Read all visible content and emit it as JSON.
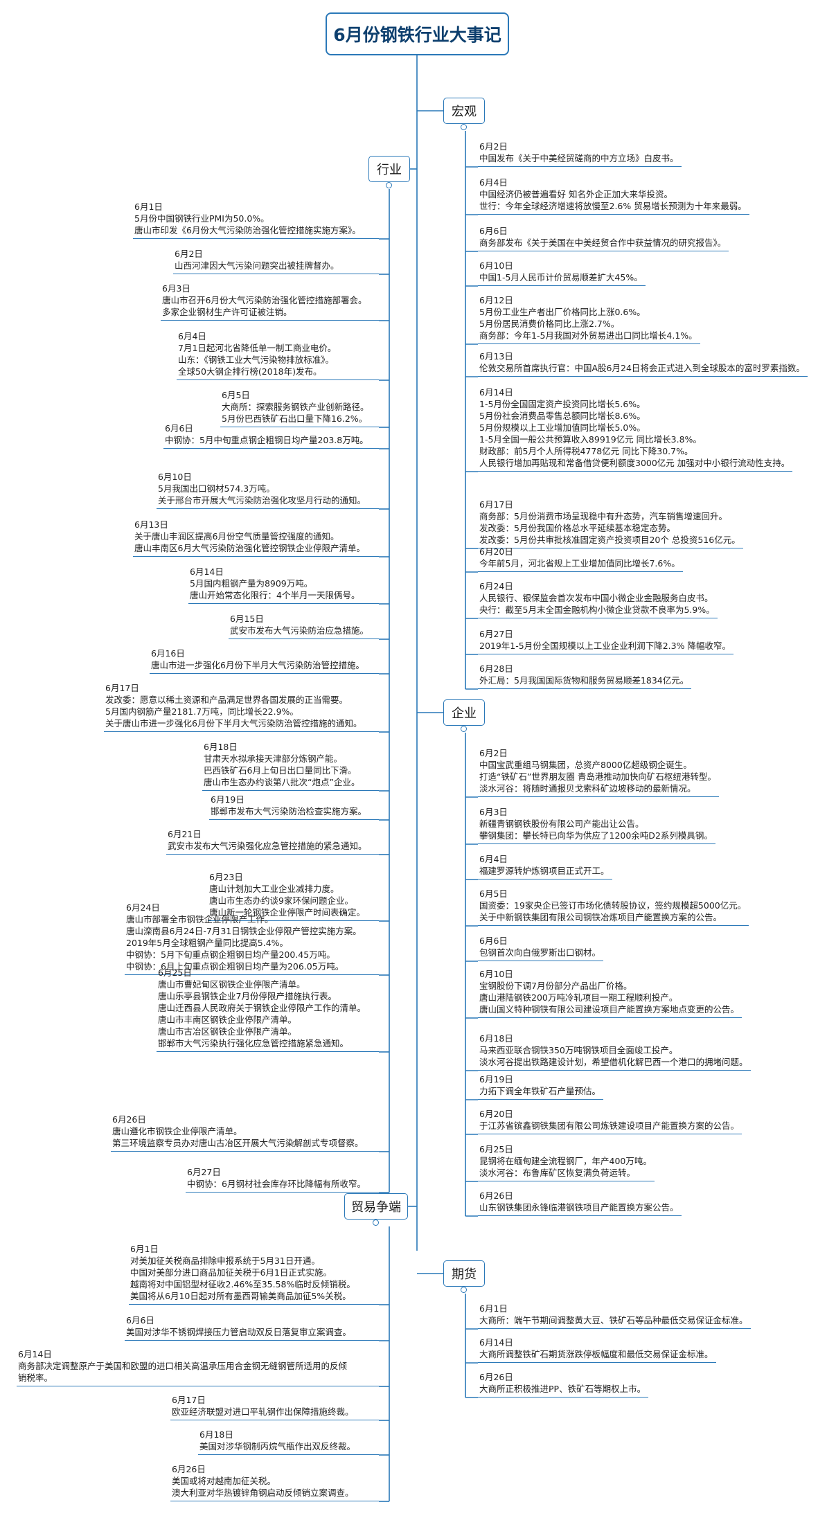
{
  "title": "6月份钢铁行业大事记",
  "colors": {
    "accent": "#2a78b8",
    "title_text": "#0d3f6e"
  },
  "categories": {
    "macro": {
      "label": "宏观",
      "items": [
        {
          "date": "6月2日",
          "lines": [
            "中国发布《关于中美经贸磋商的中方立场》白皮书。"
          ]
        },
        {
          "date": "6月4日",
          "lines": [
            "中国经济仍被普遍看好 知名外企正加大来华投资。",
            "世行：今年全球经济增速将放慢至2.6% 贸易增长预测为十年来最弱。"
          ]
        },
        {
          "date": "6月6日",
          "lines": [
            "商务部发布《关于美国在中美经贸合作中获益情况的研究报告》。"
          ]
        },
        {
          "date": "6月10日",
          "lines": [
            "中国1-5月人民币计价贸易顺差扩大45%。"
          ]
        },
        {
          "date": "6月12日",
          "lines": [
            "5月份工业生产者出厂价格同比上涨0.6%。",
            "5月份居民消费价格同比上涨2.7%。",
            "商务部：今年1-5月我国对外贸易进出口同比增长4.1%。"
          ]
        },
        {
          "date": "6月13日",
          "lines": [
            "伦敦交易所首席执行官：中国A股6月24日将会正式进入到全球股本的富时罗素指数。"
          ]
        },
        {
          "date": "6月14日",
          "lines": [
            "1-5月份全国固定资产投资同比增长5.6%。",
            "5月份社会消费品零售总额同比增长8.6%。",
            "5月份规模以上工业增加值同比增长5.0%。",
            "1-5月全国一般公共预算收入89919亿元 同比增长3.8%。",
            "财政部：前5月个人所得税4778亿元 同比下降30.7%。",
            "人民银行增加再贴现和常备借贷便利额度3000亿元 加强对中小银行流动性支持。"
          ]
        },
        {
          "date": "6月17日",
          "lines": [
            "商务部：5月份消费市场呈现稳中有升态势，汽车销售增速回升。",
            "发改委：5月份我国价格总水平延续基本稳定态势。",
            "发改委：5月份共审批核准固定资产投资项目20个 总投资516亿元。"
          ]
        },
        {
          "date": "6月20日",
          "lines": [
            "今年前5月，河北省规上工业增加值同比增长7.6%。"
          ]
        },
        {
          "date": "6月24日",
          "lines": [
            "人民银行、银保监会首次发布中国小微企业金融服务白皮书。",
            "央行：截至5月末全国金融机构小微企业贷款不良率为5.9%。"
          ]
        },
        {
          "date": "6月27日",
          "lines": [
            "2019年1-5月份全国规模以上工业企业利润下降2.3% 降幅收窄。"
          ]
        },
        {
          "date": "6月28日",
          "lines": [
            "外汇局：5月我国国际货物和服务贸易顺差1834亿元。"
          ]
        }
      ]
    },
    "enterprise": {
      "label": "企业",
      "items": [
        {
          "date": "6月2日",
          "lines": [
            "中国宝武重组马钢集团，总资产8000亿超级钢企诞生。",
            "打造“铁矿石”世界朋友圈 青岛港推动加快向矿石枢纽港转型。",
            "淡水河谷：将随时通报贝戈索科矿边坡移动的最新情况。"
          ]
        },
        {
          "date": "6月3日",
          "lines": [
            "新疆青钢钢铁股份有限公司产能出让公告。",
            "攀钢集团：攀长特已向华为供应了1200余吨D2系列模具钢。"
          ]
        },
        {
          "date": "6月4日",
          "lines": [
            "福建罗源转炉炼钢项目正式开工。"
          ]
        },
        {
          "date": "6月5日",
          "lines": [
            "国资委：19家央企已签订市场化债转股协议，签约规模超5000亿元。",
            "关于中新钢铁集团有限公司钢铁冶炼项目产能置换方案的公告。"
          ]
        },
        {
          "date": "6月6日",
          "lines": [
            "包钢首次向白俄罗斯出口钢材。"
          ]
        },
        {
          "date": "6月10日",
          "lines": [
            "宝钢股份下调7月份部分产品出厂价格。",
            "唐山港陆钢铁200万吨冷轧项目一期工程顺利投产。",
            "唐山国义特种钢铁有限公司建设项目产能置换方案地点变更的公告。"
          ]
        },
        {
          "date": "6月18日",
          "lines": [
            "马来西亚联合钢铁350万吨钢铁项目全面竣工投产。",
            "淡水河谷提出铁路建设计划，希望借机化解巴西一个港口的拥堵问题。"
          ]
        },
        {
          "date": "6月19日",
          "lines": [
            "力拓下调全年铁矿石产量预估。"
          ]
        },
        {
          "date": "6月20日",
          "lines": [
            "于江苏省镔鑫钢铁集团有限公司炼铁建设项目产能置换方案的公告。"
          ]
        },
        {
          "date": "6月25日",
          "lines": [
            "昆钢将在缅甸建全流程钢厂，年产400万吨。",
            "淡水河谷：布鲁库矿区恢复满负荷运转。"
          ]
        },
        {
          "date": "6月26日",
          "lines": [
            "山东钢铁集团永锋临港钢铁项目产能置换方案公告。"
          ]
        }
      ]
    },
    "futures": {
      "label": "期货",
      "items": [
        {
          "date": "6月1日",
          "lines": [
            "大商所：端午节期间调整黄大豆、铁矿石等品种最低交易保证金标准。"
          ]
        },
        {
          "date": "6月14日",
          "lines": [
            "大商所调整铁矿石期货涨跌停板幅度和最低交易保证金标准。"
          ]
        },
        {
          "date": "6月26日",
          "lines": [
            "大商所正积极推进PP、铁矿石等期权上市。"
          ]
        }
      ]
    },
    "industry": {
      "label": "行业",
      "items": [
        {
          "date": "6月1日",
          "lines": [
            "5月份中国钢铁行业PMI为50.0%。",
            "唐山市印发《6月份大气污染防治强化管控措施实施方案》。"
          ]
        },
        {
          "date": "6月2日",
          "lines": [
            "山西河津因大气污染问题突出被挂牌督办。"
          ]
        },
        {
          "date": "6月3日",
          "lines": [
            "唐山市召开6月份大气污染防治强化管控措施部署会。",
            "多家企业钢材生产许可证被注销。"
          ]
        },
        {
          "date": "6月4日",
          "lines": [
            "7月1日起河北省降低单一制工商业电价。",
            "山东：《钢铁工业大气污染物排放标准》。",
            "全球50大钢企排行榜(2018年)发布。"
          ]
        },
        {
          "date": "6月5日",
          "lines": [
            "大商所：探索服务钢铁产业创新路径。",
            "5月份巴西铁矿石出口量下降16.2%。"
          ]
        },
        {
          "date": "6月6日",
          "lines": [
            "中钢协：5月中旬重点钢企粗钢日均产量203.8万吨。"
          ]
        },
        {
          "date": "6月10日",
          "lines": [
            "5月我国出口钢材574.3万吨。",
            "关于邢台市开展大气污染防治强化攻坚月行动的通知。"
          ]
        },
        {
          "date": "6月13日",
          "lines": [
            "关于唐山丰润区提高6月份空气质量管控强度的通知。",
            "唐山丰南区6月大气污染防治强化管控钢铁企业停限产清单。"
          ]
        },
        {
          "date": "6月14日",
          "lines": [
            "5月国内粗钢产量为8909万吨。",
            "唐山开始常态化限行：4个半月一天限俩号。"
          ]
        },
        {
          "date": "6月15日",
          "lines": [
            "武安市发布大气污染防治应急措施。"
          ]
        },
        {
          "date": "6月16日",
          "lines": [
            "唐山市进一步强化6月份下半月大气污染防治管控措施。"
          ]
        },
        {
          "date": "6月17日",
          "lines": [
            "发改委：愿意以稀土资源和产品满足世界各国发展的正当需要。",
            "5月国内钢筋产量2181.7万吨，同比增长22.9%。",
            "关于唐山市进一步强化6月份下半月大气污染防治管控措施的通知。"
          ]
        },
        {
          "date": "6月18日",
          "lines": [
            "甘肃天水拟承接天津部分炼钢产能。",
            "巴西铁矿石6月上旬日出口量同比下滑。",
            "唐山市生态办约谈第八批次“炮点”企业。"
          ]
        },
        {
          "date": "6月19日",
          "lines": [
            "邯郸市发布大气污染防治检查实施方案。"
          ]
        },
        {
          "date": "6月21日",
          "lines": [
            "武安市发布大气污染强化应急管控措施的紧急通知。"
          ]
        },
        {
          "date": "6月23日",
          "lines": [
            "唐山计划加大工业企业减排力度。",
            "唐山市生态办约谈9家环保问题企业。",
            "唐山新一轮钢铁企业停限产时间表确定。"
          ]
        },
        {
          "date": "6月24日",
          "lines": [
            "唐山市部署全市钢铁企业停限产工作。",
            "唐山滦南县6月24日-7月31日钢铁企业停限产管控实施方案。",
            "2019年5月全球粗钢产量同比提高5.4%。",
            "中钢协：5月下旬重点钢企粗钢日均产量200.45万吨。",
            "中钢协：6月上旬重点钢企粗钢日均产量为206.05万吨。"
          ]
        },
        {
          "date": "6月25日",
          "lines": [
            "唐山市曹妃甸区钢铁企业停限产清单。",
            "唐山乐亭县钢铁企业7月份停限产措施执行表。",
            "唐山迁西县人民政府关于钢铁企业停限产工作的清单。",
            "唐山市丰南区钢铁企业停限产清单。",
            "唐山市古冶区钢铁企业停限产清单。",
            "邯郸市大气污染执行强化应急管控措施紧急通知。"
          ]
        },
        {
          "date": "6月26日",
          "lines": [
            "唐山遵化市钢铁企业停限产清单。",
            "第三环境监察专员办对唐山古冶区开展大气污染解剖式专项督察。"
          ]
        },
        {
          "date": "6月27日",
          "lines": [
            "中钢协：6月钢材社会库存环比降幅有所收窄。"
          ]
        }
      ]
    },
    "trade": {
      "label": "贸易争端",
      "items": [
        {
          "date": "6月1日",
          "lines": [
            "对美加征关税商品排除申报系统于5月31日开通。",
            "中国对美部分进口商品加征关税于6月1日正式实施。",
            "越南将对中国铝型材征收2.46%至35.58%临时反倾销税。",
            "美国将从6月10日起对所有墨西哥输美商品加征5%关税。"
          ]
        },
        {
          "date": "6月6日",
          "lines": [
            "美国对涉华不锈钢焊接压力管启动双反日落复审立案调查。"
          ]
        },
        {
          "date": "6月14日",
          "lines": [
            "商务部决定调整原产于美国和欧盟的进口相关高温承压用合金钢无缝钢管所适用的反倾",
            "销税率。"
          ]
        },
        {
          "date": "6月17日",
          "lines": [
            "欧亚经济联盟对进口平轧钢作出保障措施终裁。"
          ]
        },
        {
          "date": "6月18日",
          "lines": [
            "美国对涉华钢制丙烷气瓶作出双反终裁。"
          ]
        },
        {
          "date": "6月26日",
          "lines": [
            "美国或将对越南加征关税。",
            "澳大利亚对华热镀锌角钢启动反倾销立案调查。"
          ]
        }
      ]
    }
  }
}
